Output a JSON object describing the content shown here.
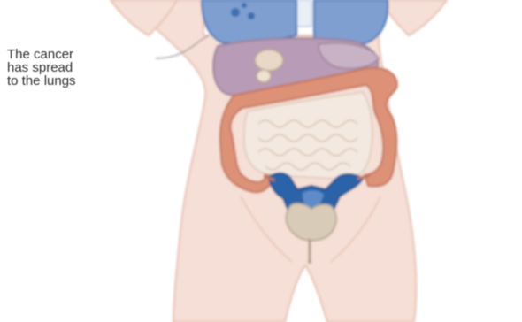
{
  "annotation": {
    "lines": [
      "The cancer",
      "has spread",
      "to the lungs"
    ]
  },
  "colors": {
    "skin": "#f6dfd6",
    "skin_outline": "#e7c2b6",
    "lungs": "#7f9fd0",
    "lungs_dark": "#3d6fb1",
    "liver": "#b89bb6",
    "colon": "#dd9278",
    "small_intestine": "#f4e9e0",
    "tumour": "#2b63a8",
    "bladder": "#d8cbb7"
  },
  "icons": [
    "female-torso-illustration",
    "lungs-icon",
    "liver-icon",
    "colon-icon",
    "small-intestine-icon",
    "ovarian-tumour-icon",
    "bladder-icon"
  ]
}
